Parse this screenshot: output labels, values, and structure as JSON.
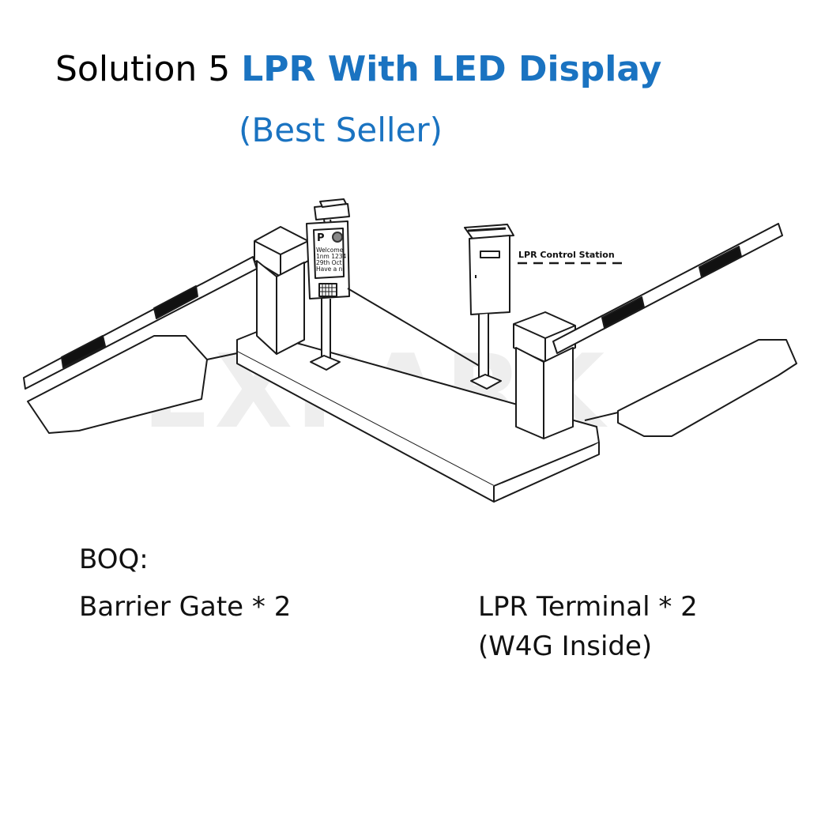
{
  "title": {
    "prefix": "Solution 5",
    "main": "LPR With LED Display"
  },
  "subtitle": "(Best Seller)",
  "diagram": {
    "watermark": "EXPARK",
    "control_station_label": "LPR Control Station",
    "led_display": {
      "letter": "P",
      "lines": [
        "Welcome",
        "1nm 1234",
        "29th Oct",
        "Have a ni"
      ]
    }
  },
  "boq": {
    "heading": "BOQ:",
    "items": [
      {
        "text": "Barrier Gate * 2"
      },
      {
        "text": "LPR Terminal * 2",
        "note": "(W4G Inside)"
      }
    ]
  },
  "colors": {
    "accent": "#1a73c1",
    "stroke": "#1a1a1a",
    "watermark": "#eeeeee"
  }
}
